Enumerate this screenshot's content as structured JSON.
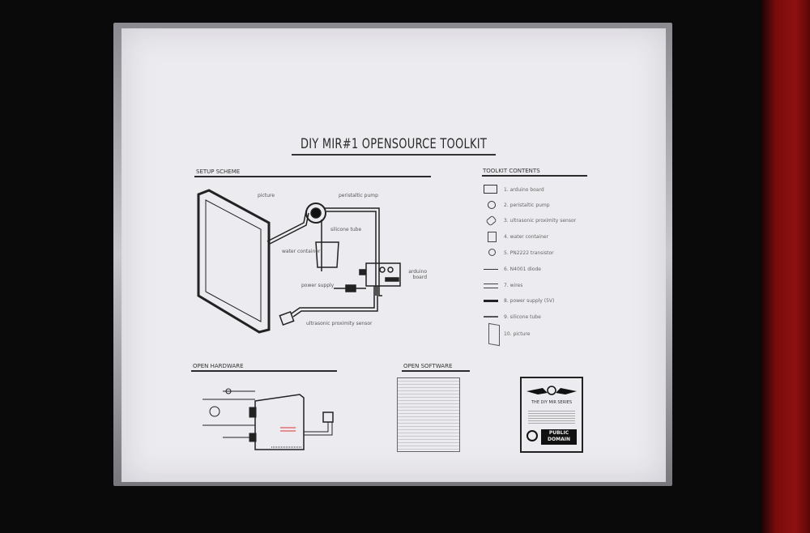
{
  "poster": {
    "title": "DIY MIR#1 OPENSOURCE TOOLKIT",
    "setup_scheme": {
      "heading": "SETUP SCHEME",
      "labels": {
        "picture": "picture",
        "pump": "peristaltic pump",
        "tube": "silicone tube",
        "container": "water container",
        "arduino": "arduino board",
        "power": "power supply",
        "sensor": "ultrasonic proximity sensor"
      }
    },
    "toolkit": {
      "heading": "TOOLKIT CONTENTS",
      "items": [
        {
          "label": "1. arduino board",
          "icon": "arduino-icon"
        },
        {
          "label": "2. peristaltic pump",
          "icon": "pump-icon"
        },
        {
          "label": "3. ultrasonic proximity sensor",
          "icon": "sensor-icon"
        },
        {
          "label": "4. water container",
          "icon": "container-icon"
        },
        {
          "label": "5. PN2222 transistor",
          "icon": "transistor-icon"
        },
        {
          "label": "6. N4001 diode",
          "icon": "diode-icon"
        },
        {
          "label": "7. wires",
          "icon": "wires-icon"
        },
        {
          "label": "8. power supply (5V)",
          "icon": "power-supply-icon"
        },
        {
          "label": "9. silicone tube",
          "icon": "tube-icon"
        },
        {
          "label": "10. picture",
          "icon": "picture-icon"
        }
      ]
    },
    "hardware": {
      "heading": "OPEN HARDWARE"
    },
    "software": {
      "heading": "OPEN SOFTWARE"
    },
    "logo": {
      "series": "THE DIY MIR SERIES",
      "license_line1": "PUBLIC",
      "license_line2": "DOMAIN"
    }
  }
}
